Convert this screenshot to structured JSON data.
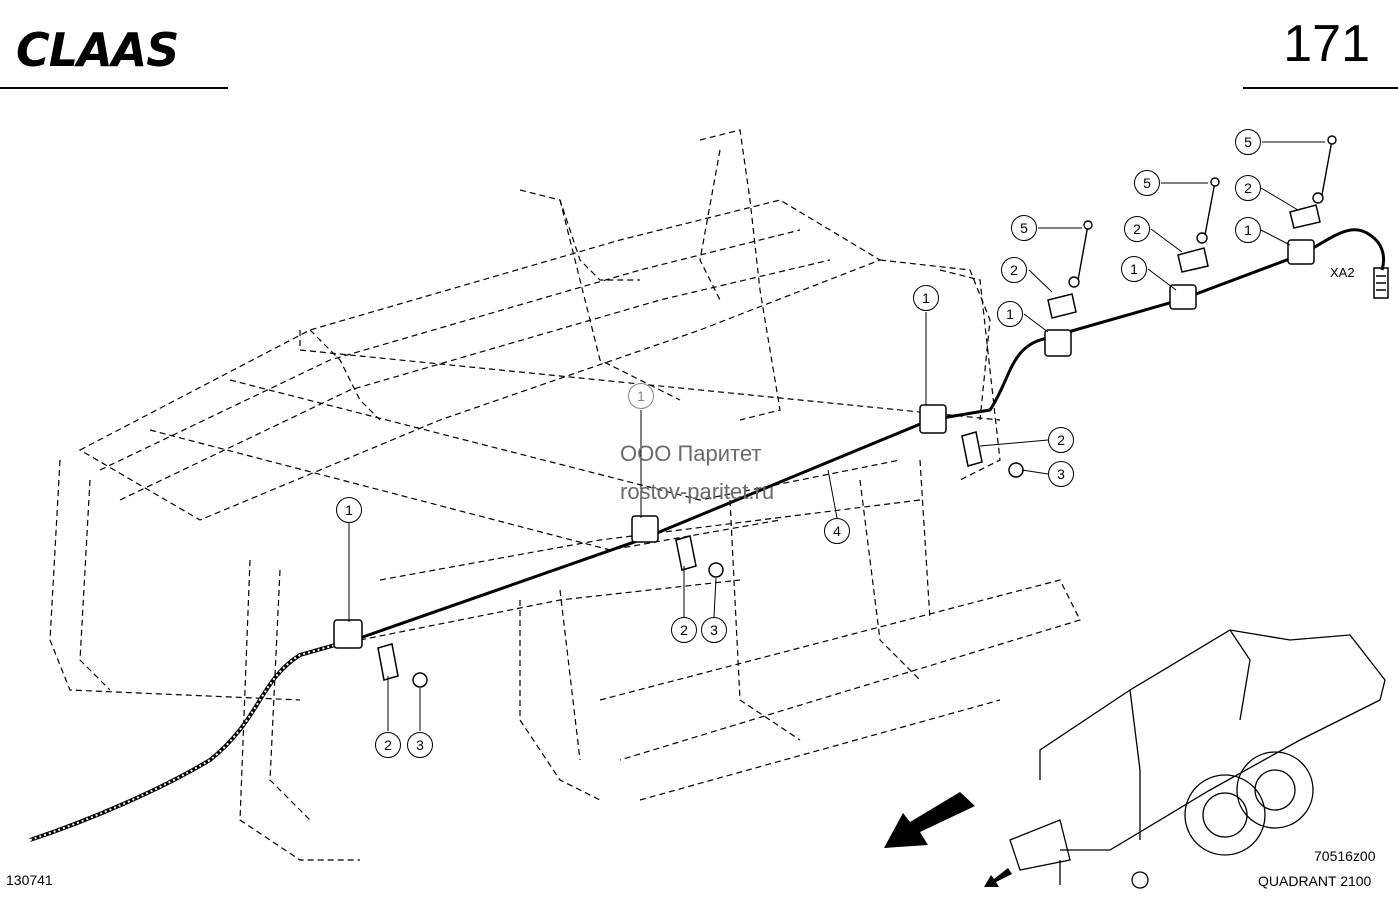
{
  "header": {
    "brand": "CLAAS",
    "page_number": "171"
  },
  "watermark": {
    "line1": "ООО Паритет",
    "line2": "rostov-paritet.ru"
  },
  "footer": {
    "left_code": "130741",
    "right_code": "70516z00",
    "model": "QUADRANT 2100"
  },
  "connector_label": "XA2",
  "callouts": [
    {
      "label": "5"
    },
    {
      "label": "5"
    },
    {
      "label": "5"
    },
    {
      "label": "2"
    },
    {
      "label": "2"
    },
    {
      "label": "2"
    },
    {
      "label": "1"
    },
    {
      "label": "1"
    },
    {
      "label": "1"
    },
    {
      "label": "1"
    },
    {
      "label": "1"
    },
    {
      "label": "1"
    },
    {
      "label": "2"
    },
    {
      "label": "3"
    },
    {
      "label": "4"
    },
    {
      "label": "2"
    },
    {
      "label": "3"
    },
    {
      "label": "2"
    },
    {
      "label": "3"
    }
  ]
}
